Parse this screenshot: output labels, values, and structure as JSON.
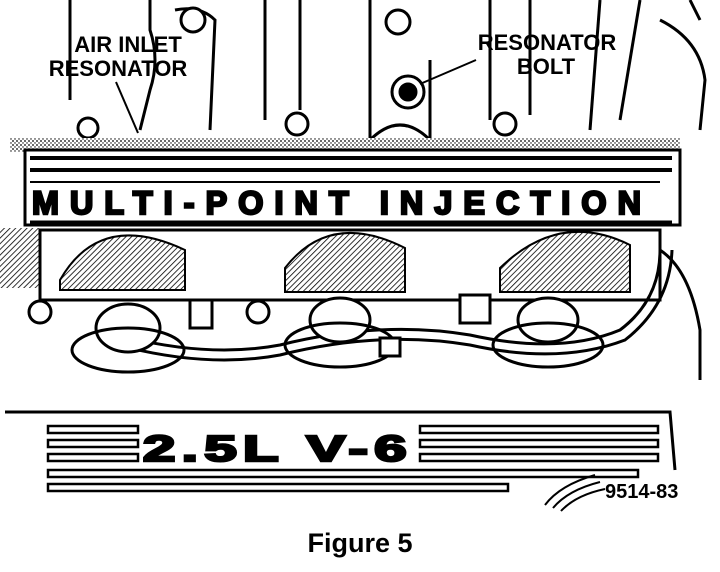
{
  "labels": {
    "air_inlet_line1": "AIR INLET",
    "air_inlet_line2": "RESONATOR",
    "resonator_line1": "RESONATOR",
    "resonator_line2": "BOLT",
    "manifold_text": "MULTI-POINT INJECTION",
    "engine_badge": "2.5L V-6",
    "figure_code": "9514-83"
  },
  "caption": "Figure 5"
}
